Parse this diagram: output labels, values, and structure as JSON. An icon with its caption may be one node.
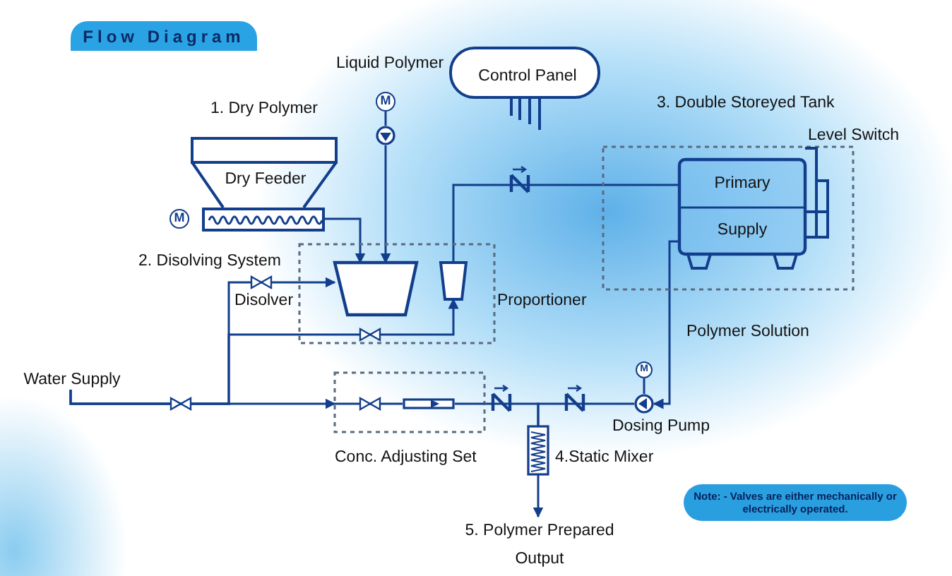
{
  "diagram": {
    "title": "Flow Diagram",
    "nodes": [
      {
        "text": [
          "Control Panel"
        ]
      },
      {
        "text": [
          "M"
        ]
      },
      {
        "text": [],
        "shape": "circle"
      },
      {
        "text": [
          "1. Dry Polymer",
          "Dry Feeder"
        ]
      },
      {
        "text": [
          "M"
        ]
      },
      {
        "text": [],
        "shape": "box"
      },
      {
        "text": [
          "2. Disolving System"
        ]
      },
      {
        "text": [
          "Disolver"
        ],
        "in": 6
      },
      {
        "text": [
          "Proportioner"
        ],
        "in": 6
      },
      {
        "text": [
          "3. Double Storeyed Tank"
        ]
      },
      {
        "text": [
          "Primary",
          "Supply"
        ],
        "in": 9
      },
      {
        "text": [
          "Level Switch"
        ]
      },
      {
        "text": [
          "Conc. Adjusting Set"
        ]
      },
      {
        "text": [],
        "shape": "bar",
        "in": 12
      },
      {
        "text": [
          "4.Static Mixer"
        ]
      },
      {
        "text": [],
        "shape": "circle",
        "beside": [
          "Dosing Pump"
        ]
      },
      {
        "text": [
          "M"
        ]
      },
      {
        "text": [
          "5. Polymer Prepared Output"
        ]
      },
      {
        "text": [
          "Water Supply"
        ]
      }
    ],
    "edges": [
      {
        "from": 18,
        "to": 12,
        "arrow": "to"
      },
      {
        "from": 18,
        "to": 7,
        "arrow": "to"
      },
      {
        "from": 18,
        "to": 8,
        "arrow": "to"
      },
      {
        "from": 5,
        "to": 7,
        "arrow": "to"
      },
      {
        "from": 2,
        "to": 7,
        "arrow": "to"
      },
      {
        "from": 1,
        "to": 2,
        "arrow": "none"
      },
      {
        "from": 8,
        "to": 10,
        "arrow": "none"
      },
      {
        "from": 10,
        "to": 15,
        "arrow": "to",
        "label": "Polymer Solution"
      },
      {
        "from": 16,
        "to": 15,
        "arrow": "none"
      },
      {
        "from": 15,
        "to": 14,
        "arrow": "none"
      },
      {
        "from": 12,
        "to": 14,
        "arrow": "none"
      },
      {
        "from": 14,
        "to": 17,
        "arrow": "to"
      }
    ],
    "labels": [
      "Liquid Polymer",
      "Note: - Valves are either mechanically or electrically operated."
    ]
  }
}
